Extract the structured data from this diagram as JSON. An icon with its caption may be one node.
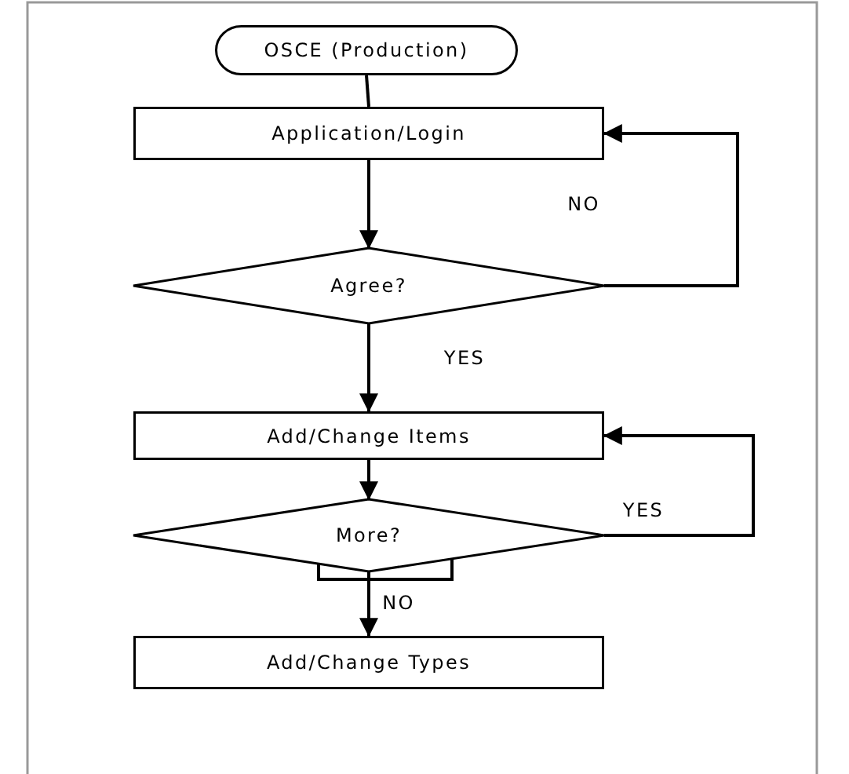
{
  "diagram": {
    "nodes": [
      {
        "text": [
          "OSCE (Production)"
        ]
      },
      {
        "text": [
          "Application/Login"
        ]
      },
      {
        "text": [
          "Agree?"
        ]
      },
      {
        "text": [
          "Add/Change Items"
        ]
      },
      {
        "text": [
          "More?"
        ]
      },
      {
        "text": [
          "Add/Change Types"
        ]
      }
    ],
    "edges": [
      {
        "from": 0,
        "to": 1,
        "arrow": "none"
      },
      {
        "from": 1,
        "to": 2,
        "arrow": "to"
      },
      {
        "from": 2,
        "to": 1,
        "arrow": "to",
        "label": "NO"
      },
      {
        "from": 2,
        "to": 3,
        "arrow": "to",
        "label": "YES"
      },
      {
        "from": 3,
        "to": 4,
        "arrow": "to"
      },
      {
        "from": 4,
        "to": 3,
        "arrow": "to",
        "label": "YES"
      },
      {
        "from": 4,
        "to": 5,
        "arrow": "to",
        "label": "NO"
      }
    ]
  }
}
